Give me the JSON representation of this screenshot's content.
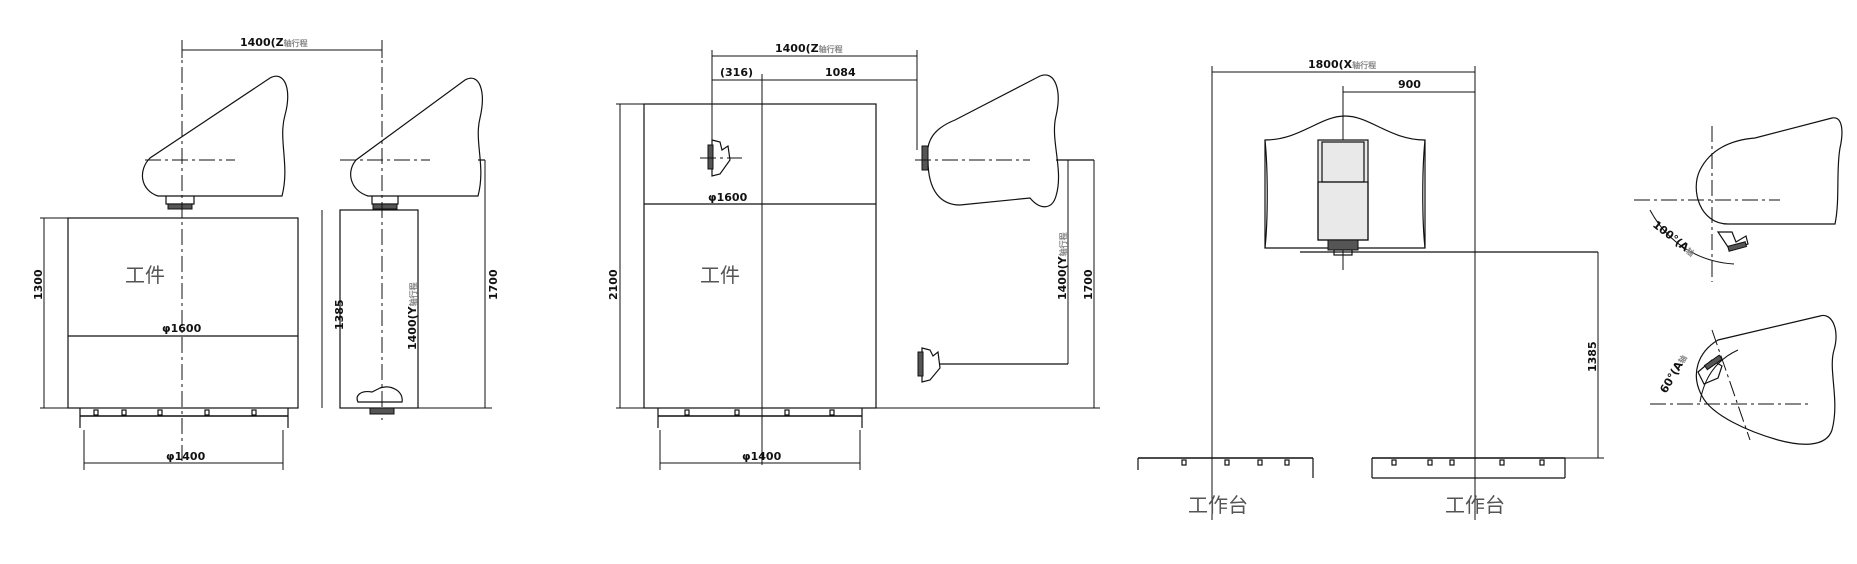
{
  "views": {
    "view1": {
      "z_travel": "1400(Z",
      "z_travel_axis": "轴行程",
      "height_1300": "1300",
      "workpiece": "工件",
      "dia_1600": "φ1600",
      "dia_1400": "φ1400",
      "dim_1385": "1385",
      "y_travel": "1400(Y",
      "y_travel_axis": "轴行程",
      "height_1700": "1700"
    },
    "view2": {
      "z_travel": "1400(Z",
      "z_travel_axis": "轴行程",
      "dim_316": "(316)",
      "dim_1084": "1084",
      "height_2100": "2100",
      "dia_1600": "φ1600",
      "workpiece": "工件",
      "dia_1400": "φ1400",
      "y_travel": "1400(Y",
      "y_travel_axis": "轴行程",
      "height_1700": "1700"
    },
    "view3": {
      "x_travel": "1800(X",
      "x_travel_axis": "轴行程",
      "dim_900": "900",
      "dim_1385": "1385",
      "table_left": "工作台",
      "table_right": "工作台"
    },
    "view4": {
      "a_angle_top": "100°(A",
      "a_angle_top_axis": "轴",
      "a_angle_bottom": "60°(A",
      "a_angle_bottom_axis": "轴"
    }
  }
}
